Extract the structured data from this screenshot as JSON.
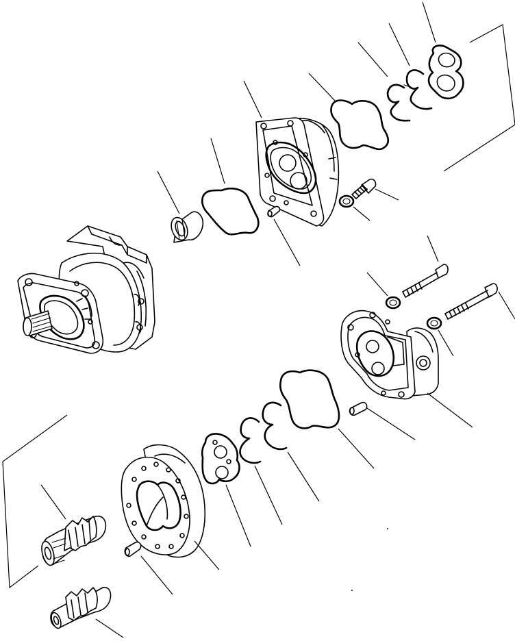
{
  "diagram": {
    "kind": "exploded-parts-view",
    "ink_color": "#000000",
    "background_color": "#ffffff",
    "parts": [
      {
        "id": "rear-port-plate"
      },
      {
        "id": "rear-wire-ring-a"
      },
      {
        "id": "rear-wire-ring-b"
      },
      {
        "id": "rear-gasket"
      },
      {
        "id": "rear-cover"
      },
      {
        "id": "rear-cap-screw"
      },
      {
        "id": "rear-washer"
      },
      {
        "id": "rear-dowel-pin"
      },
      {
        "id": "middle-gasket"
      },
      {
        "id": "needle-bearing"
      },
      {
        "id": "pump-assembly"
      },
      {
        "id": "front-cap-screw-a"
      },
      {
        "id": "front-cap-screw-b"
      },
      {
        "id": "front-washer-a"
      },
      {
        "id": "front-washer-b"
      },
      {
        "id": "front-cover"
      },
      {
        "id": "front-dowel-pin"
      },
      {
        "id": "front-gasket"
      },
      {
        "id": "front-wire-ring-a"
      },
      {
        "id": "front-wire-ring-b"
      },
      {
        "id": "front-port-plate"
      },
      {
        "id": "gear-housing"
      },
      {
        "id": "housing-dowel-pin"
      },
      {
        "id": "drive-gear"
      },
      {
        "id": "driven-gear"
      }
    ]
  }
}
